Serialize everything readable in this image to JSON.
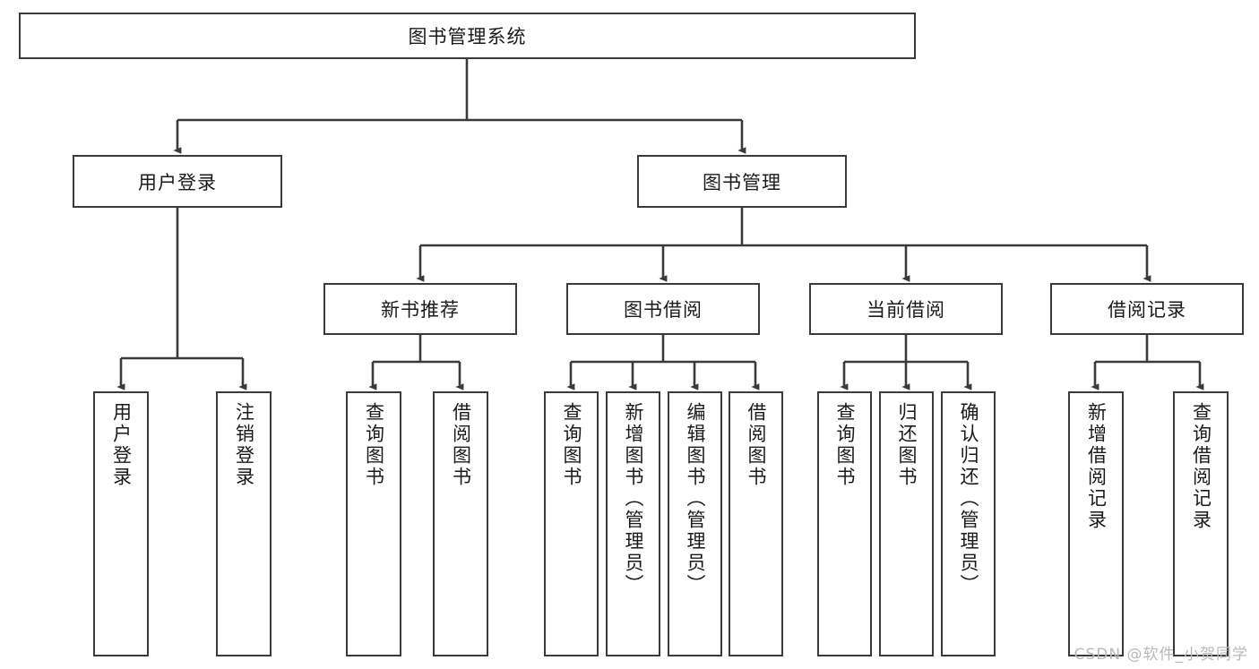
{
  "diagram": {
    "type": "tree-hierarchy-chart",
    "title": "图书管理系统",
    "watermark": "CSDN @软件_小贺同学",
    "style": {
      "box_border_color": "#3a3a3a",
      "box_fill_color": "#ffffff",
      "edge_color": "#3a3a3a",
      "text_color": "#1a1a1a",
      "background": "#ffffff"
    },
    "nodes": {
      "root": {
        "label": "图书管理系统",
        "level": 0,
        "orientation": "horizontal"
      },
      "user_login": {
        "label": "用户登录",
        "level": 1,
        "orientation": "horizontal"
      },
      "book_manage": {
        "label": "图书管理",
        "level": 1,
        "orientation": "horizontal"
      },
      "new_book_rec": {
        "label": "新书推荐",
        "level": 2,
        "orientation": "horizontal"
      },
      "book_borrow": {
        "label": "图书借阅",
        "level": 2,
        "orientation": "horizontal"
      },
      "current_borrow": {
        "label": "当前借阅",
        "level": 2,
        "orientation": "horizontal"
      },
      "borrow_record": {
        "label": "借阅记录",
        "level": 2,
        "orientation": "horizontal"
      },
      "leaf_user_login": {
        "label": "用户登录",
        "level": 3,
        "orientation": "vertical"
      },
      "leaf_logout": {
        "label": "注销登录",
        "level": 3,
        "orientation": "vertical"
      },
      "leaf_query_book_1": {
        "label": "查询图书",
        "level": 3,
        "orientation": "vertical"
      },
      "leaf_borrow_book_1": {
        "label": "借阅图书",
        "level": 3,
        "orientation": "vertical"
      },
      "leaf_query_book_2": {
        "label": "查询图书",
        "level": 3,
        "orientation": "vertical"
      },
      "leaf_add_book": {
        "label": "新增图书（管理员）",
        "level": 3,
        "orientation": "vertical"
      },
      "leaf_edit_book": {
        "label": "编辑图书（管理员）",
        "level": 3,
        "orientation": "vertical"
      },
      "leaf_borrow_book_2": {
        "label": "借阅图书",
        "level": 3,
        "orientation": "vertical"
      },
      "leaf_query_book_3": {
        "label": "查询图书",
        "level": 3,
        "orientation": "vertical"
      },
      "leaf_return_book": {
        "label": "归还图书",
        "level": 3,
        "orientation": "vertical"
      },
      "leaf_confirm_return": {
        "label": "确认归还（管理员）",
        "level": 3,
        "orientation": "vertical"
      },
      "leaf_add_record": {
        "label": "新增借阅记录",
        "level": 3,
        "orientation": "vertical"
      },
      "leaf_query_record": {
        "label": "查询借阅记录",
        "level": 3,
        "orientation": "vertical"
      }
    },
    "edges": [
      {
        "from": "root",
        "to": "user_login"
      },
      {
        "from": "root",
        "to": "book_manage"
      },
      {
        "from": "user_login",
        "to": "leaf_user_login"
      },
      {
        "from": "user_login",
        "to": "leaf_logout"
      },
      {
        "from": "book_manage",
        "to": "new_book_rec"
      },
      {
        "from": "book_manage",
        "to": "book_borrow"
      },
      {
        "from": "book_manage",
        "to": "current_borrow"
      },
      {
        "from": "book_manage",
        "to": "borrow_record"
      },
      {
        "from": "new_book_rec",
        "to": "leaf_query_book_1"
      },
      {
        "from": "new_book_rec",
        "to": "leaf_borrow_book_1"
      },
      {
        "from": "book_borrow",
        "to": "leaf_query_book_2"
      },
      {
        "from": "book_borrow",
        "to": "leaf_add_book"
      },
      {
        "from": "book_borrow",
        "to": "leaf_edit_book"
      },
      {
        "from": "book_borrow",
        "to": "leaf_borrow_book_2"
      },
      {
        "from": "current_borrow",
        "to": "leaf_query_book_3"
      },
      {
        "from": "current_borrow",
        "to": "leaf_return_book"
      },
      {
        "from": "current_borrow",
        "to": "leaf_confirm_return"
      },
      {
        "from": "borrow_record",
        "to": "leaf_add_record"
      },
      {
        "from": "borrow_record",
        "to": "leaf_query_record"
      }
    ]
  }
}
